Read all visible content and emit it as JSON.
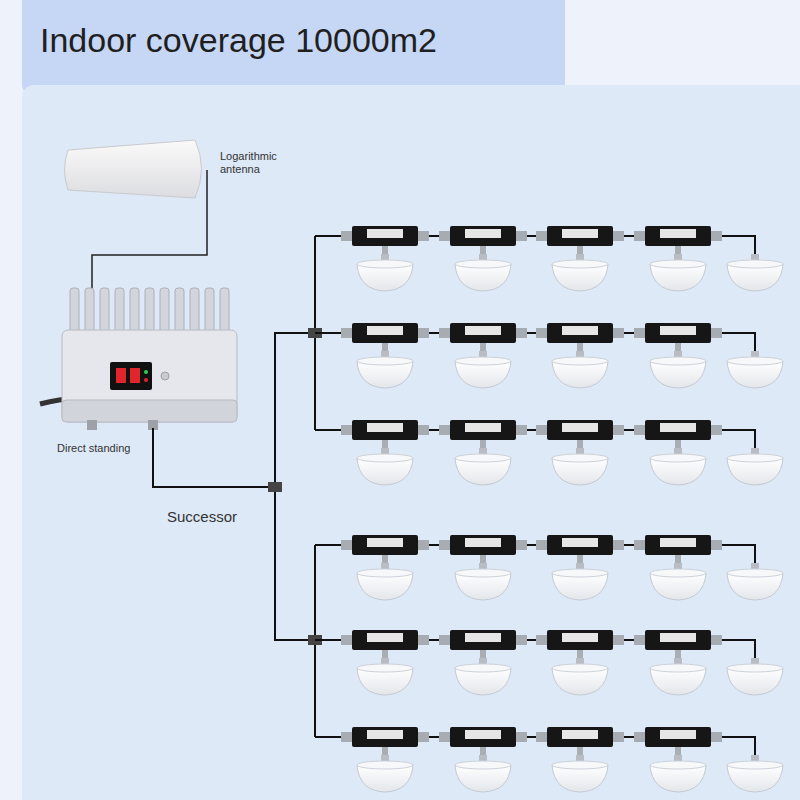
{
  "diagram": {
    "title": "Indoor coverage 10000m2",
    "labels": [
      "Logarithmic antenna",
      "Direct standing",
      "Successor"
    ]
  }
}
